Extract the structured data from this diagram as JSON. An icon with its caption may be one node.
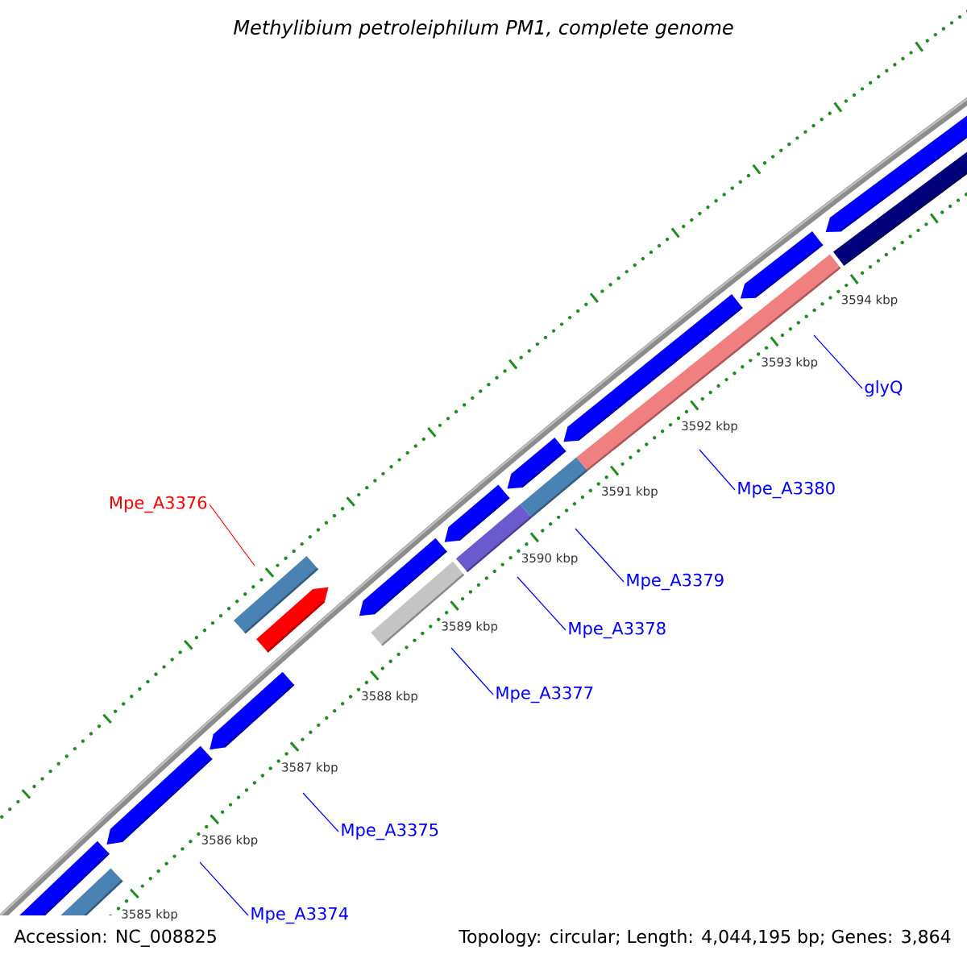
{
  "diagram": {
    "title": "Methylibium petroleiphilum PM1, complete genome",
    "nodes": [
      {
        "text": [
          "glyQ"
        ]
      },
      {
        "text": [
          "Mpe_A3380"
        ]
      },
      {
        "text": [
          "Mpe_A3376"
        ]
      },
      {
        "text": [
          "Mpe_A3379"
        ]
      },
      {
        "text": [
          "Mpe_A3378"
        ]
      },
      {
        "text": [
          "Mpe_A3377"
        ]
      },
      {
        "text": [
          "Mpe_A3375"
        ]
      },
      {
        "text": [
          "Mpe_A3374"
        ]
      }
    ],
    "edges": [
      {
        "from": 0,
        "to": null,
        "arrow": "none"
      },
      {
        "from": 1,
        "to": null,
        "arrow": "none"
      },
      {
        "from": 2,
        "to": null,
        "arrow": "none",
        "color": "#ff0000"
      },
      {
        "from": 3,
        "to": null,
        "arrow": "none"
      },
      {
        "from": 4,
        "to": null,
        "arrow": "none"
      },
      {
        "from": 5,
        "to": null,
        "arrow": "none"
      },
      {
        "from": 6,
        "to": null,
        "arrow": "none"
      },
      {
        "from": 7,
        "to": null,
        "arrow": "none"
      }
    ],
    "labels": [
      "3594 kbp",
      "3593 kbp",
      "3592 kbp",
      "3591 kbp",
      "3590 kbp",
      "3589 kbp",
      "3588 kbp",
      "3587 kbp",
      "3586 kbp",
      "3585 kbp",
      "Accession: NC_008825",
      "Topology: circular; Length: 4,044,195 bp; Genes: 3,864"
    ]
  }
}
